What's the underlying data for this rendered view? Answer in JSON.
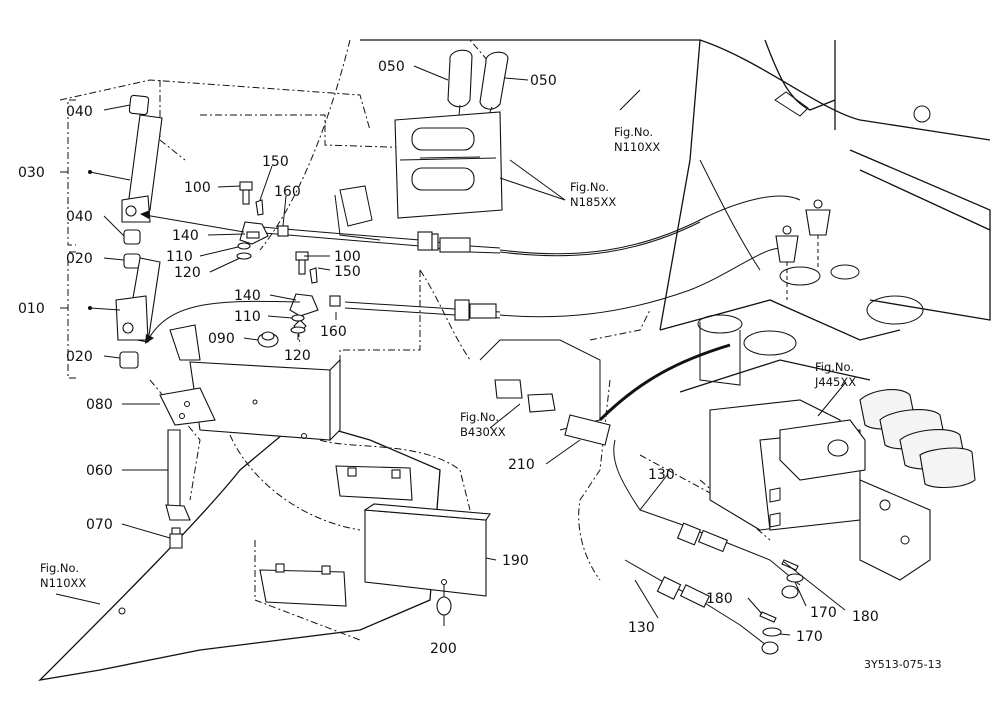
{
  "figure": {
    "drawing_number": "3Y513-075-13"
  },
  "callouts": {
    "c040a": "040",
    "c030": "030",
    "c040b": "040",
    "c020a": "020",
    "c010": "010",
    "c020b": "020",
    "c100a": "100",
    "c150a": "150",
    "c160a": "160",
    "c140a": "140",
    "c110a": "110",
    "c120a": "120",
    "c100b": "100",
    "c150b": "150",
    "c140b": "140",
    "c110b": "110",
    "c160b": "160",
    "c120b": "120",
    "c090": "090",
    "c080": "080",
    "c060": "060",
    "c070": "070",
    "c050a": "050",
    "c050b": "050",
    "c190": "190",
    "c200": "200",
    "c210": "210",
    "c130a": "130",
    "c130b": "130",
    "c180a": "180",
    "c180b": "180",
    "c170a": "170",
    "c170b": "170"
  },
  "figure_refs": {
    "ref_n110_top": [
      "Fig.No.",
      "N110XX"
    ],
    "ref_n185": [
      "Fig.No.",
      "N185XX"
    ],
    "ref_b430": [
      "Fig.No.",
      "B430XX"
    ],
    "ref_j445": [
      "Fig.No.",
      "J445XX"
    ],
    "ref_n110_left": [
      "Fig.No.",
      "N110XX"
    ]
  }
}
